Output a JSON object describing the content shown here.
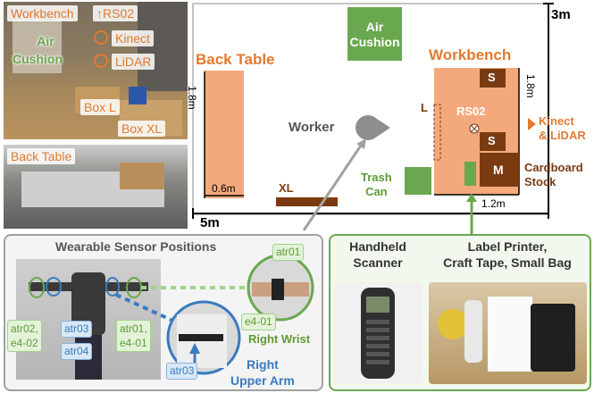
{
  "photos": {
    "top": {
      "workbench": "Workbench",
      "rs02": "↑RS02",
      "air_cushion_l1": "Air",
      "air_cushion_l2": "Cushion",
      "kinect": "Kinect",
      "lidar": "LiDAR",
      "box_l": "Box L",
      "box_xl": "Box XL"
    },
    "bottom": {
      "back_table": "Back Table"
    }
  },
  "floorplan": {
    "width": "5m",
    "height": "3m",
    "back_table": {
      "label": "Back Table",
      "length": "1.8m",
      "width": "0.6m"
    },
    "air_cushion": {
      "l1": "Air",
      "l2": "Cushion"
    },
    "workbench": {
      "label": "Workbench",
      "length": "1.8m",
      "width": "1.2m",
      "rs02": "RS02",
      "l": "L",
      "s1": "S",
      "s2": "S",
      "m": "M"
    },
    "worker": "Worker",
    "xl": "XL",
    "trash_can": {
      "l1": "Trash",
      "l2": "Can"
    },
    "cardboard_stock": {
      "l1": "Cardboard",
      "l2": "Stock"
    },
    "kinect_lidar": {
      "l1": "Kinect",
      "l2": "& LiDAR"
    }
  },
  "wearable": {
    "title": "Wearable Sensor Positions",
    "tags": {
      "left_wrist": "atr02,\ne4-02",
      "atr03_a": "atr03",
      "atr04": "atr04",
      "right_wrist_pair": "atr01,\ne4-01",
      "atr03_b": "atr03",
      "atr01": "atr01",
      "e4_01": "e4-01"
    },
    "right_wrist": "Right Wrist",
    "right_upper_arm_l1": "Right",
    "right_upper_arm_l2": "Upper Arm"
  },
  "equipment": {
    "handheld_l1": "Handheld",
    "handheld_l2": "Scanner",
    "printer_l1": "Label Printer,",
    "printer_l2": "Craft Tape, Small Bag"
  },
  "colors": {
    "orange": "#e07a2f",
    "salmon": "#f4a97c",
    "green": "#6aa84f",
    "brown": "#7a3b10",
    "gray": "#8e8e8e",
    "blue": "#3a7bbf"
  }
}
